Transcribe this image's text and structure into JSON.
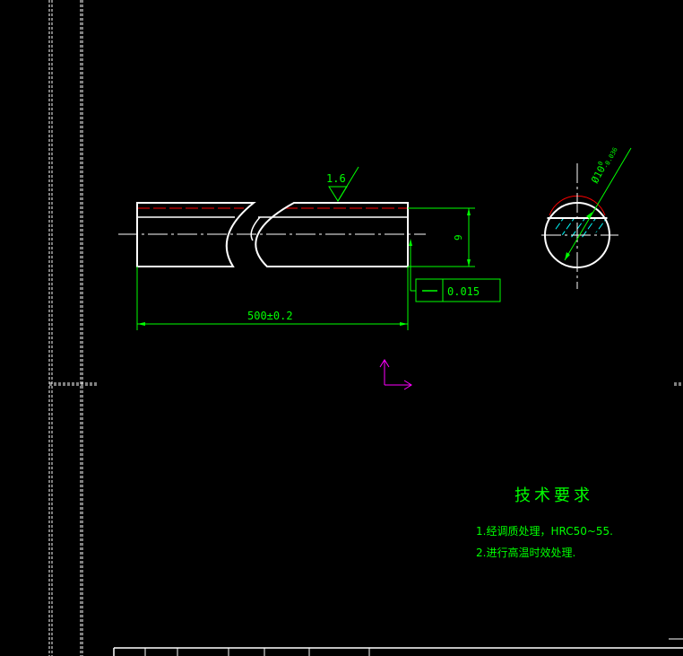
{
  "colors": {
    "background": "#000000",
    "outline": "#ffffff",
    "dimension": "#00ff00",
    "centerline": "#ffffff",
    "hidden_line": "#ff0000",
    "hatch": "#00ffff",
    "ucs": "#ff00ff",
    "text": "#00ff00"
  },
  "drawing": {
    "surface_roughness": "1.6",
    "height_dimension": "9",
    "length_dimension": "500±0.2",
    "flatness_tolerance": "0.015",
    "section_diameter": "Ø10-0.036",
    "section_diameter_main": "Ø10",
    "section_tol_upper": "0",
    "section_tol_lower": "-0.036"
  },
  "notes": {
    "title": "技术要求",
    "items": [
      "1.经调质处理，HRC50~55.",
      "2.进行高温时效处理."
    ]
  }
}
